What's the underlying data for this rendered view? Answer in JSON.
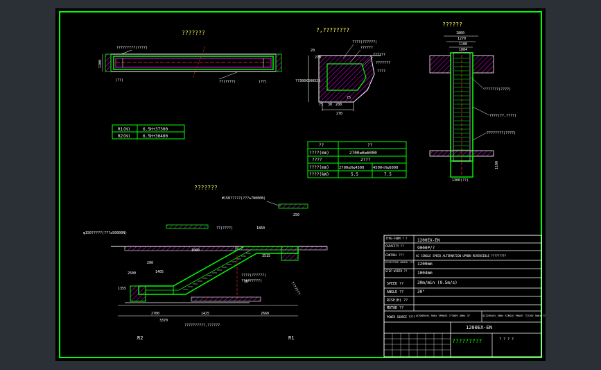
{
  "colors": {
    "background": "#2b2f36",
    "canvas": "#000000",
    "frame": "#00ff00",
    "line_white": "#ffffff",
    "line_green": "#00ff00",
    "line_red": "#ff3030",
    "hatch_magenta": "#ff00ff",
    "text_yellow": "#ffff55",
    "text_white": "#ffffff",
    "text_cyan": "#00ffff"
  },
  "views": {
    "plan_title": "???????",
    "section_title": "?,????????",
    "column_title": "??????",
    "elevation_title": "???????"
  },
  "plan_labels": {
    "top_note": "?????????(????)",
    "left_dim": "1200",
    "bottom_left": "(??)",
    "bottom_mid": "??(????)",
    "bottom_right": "(??)"
  },
  "section_labels": {
    "note1": "????(??????)",
    "note2": "??????",
    "note3": "??????",
    "note4": "???????",
    "note5": "????",
    "left_note": "??300X300X20",
    "dim_a": "20",
    "dim_b": "270",
    "dim_c": "75",
    "dim_d": "30",
    "dim_e": "200",
    "dim_f": "75",
    "dim_g": "270"
  },
  "column_labels": {
    "dim_top1": "1860",
    "dim_top2": "1270",
    "dim_top3": "1100",
    "dim_top4": "1004",
    "note1": "???????(????)",
    "note2": "????(??,????)",
    "note3": "????????(????)",
    "dim_side": "1100",
    "dim_bottom": "1300(??)"
  },
  "reactions_table": [
    [
      "R1(N)",
      "6.5H+37300"
    ],
    [
      "R2(N)",
      "6.5H+30400"
    ]
  ],
  "speed_table": {
    "head": [
      "??",
      "??"
    ],
    "rows": [
      [
        "????(mm)",
        "2700≤H≤6000"
      ],
      [
        "????",
        "2???"
      ],
      [
        "????(mm)",
        "2700≤H≤4500",
        "4500<H≤6000"
      ],
      [
        "????(kW)",
        "5.5",
        "7.5"
      ]
    ]
  },
  "elevation_labels": {
    "top_note": "#150?????(???≥70000N)",
    "left_note": "φ150?????(???≥50000N)",
    "bar_note": "??(????)",
    "dim_1860": "1860",
    "dim_200": "200",
    "dim_250": "250",
    "dim_2500": "2500",
    "dim_1405": "1405",
    "dim_2700": "2700",
    "dim_1425": "1425",
    "dim_2660": "2660",
    "dim_3370": "3370",
    "dim_1355": "1355",
    "dim_1000": "1000",
    "dim_3515": "3515",
    "dim_30deg": "30°",
    "mid_note1": "????(??????)",
    "mid_note2": "??(??????)",
    "right_note": "???????",
    "bottom_note": "??????????,??????",
    "r2": "R2",
    "r1": "R1"
  },
  "spec_table": {
    "rows": [
      [
        "TYPE-FORM ? ?",
        "1200EX-EN"
      ],
      [
        "CAPACITY ??",
        "9000P/?"
      ],
      [
        "CONTROL ???",
        "AC SINGLE SPEED ALTERNATION UPNDN REVERSIBLE ?????????"
      ],
      [
        "EFFECTIVE WIDTH ???",
        "1200mm"
      ],
      [
        "STEP WIDTH ??",
        "1004mm"
      ],
      [
        "SPEED ??",
        "30m/min   (0.5m/s)"
      ],
      [
        "ANGLE ??",
        "30°"
      ],
      [
        "RISE(H) ??",
        ""
      ],
      [
        "MOTOR ??",
        ""
      ],
      [
        "POWER SOURCE ????",
        "AC380V±5% 50Hz 3PHASE ??380V 50Hz 3?",
        "AC220V±5% 50Hz SINGLE PHASE ??220V 50Hz ??"
      ]
    ],
    "title_code": "1200EX-EN",
    "title_name": "?????????",
    "small_cells": "? ? ? ?"
  }
}
